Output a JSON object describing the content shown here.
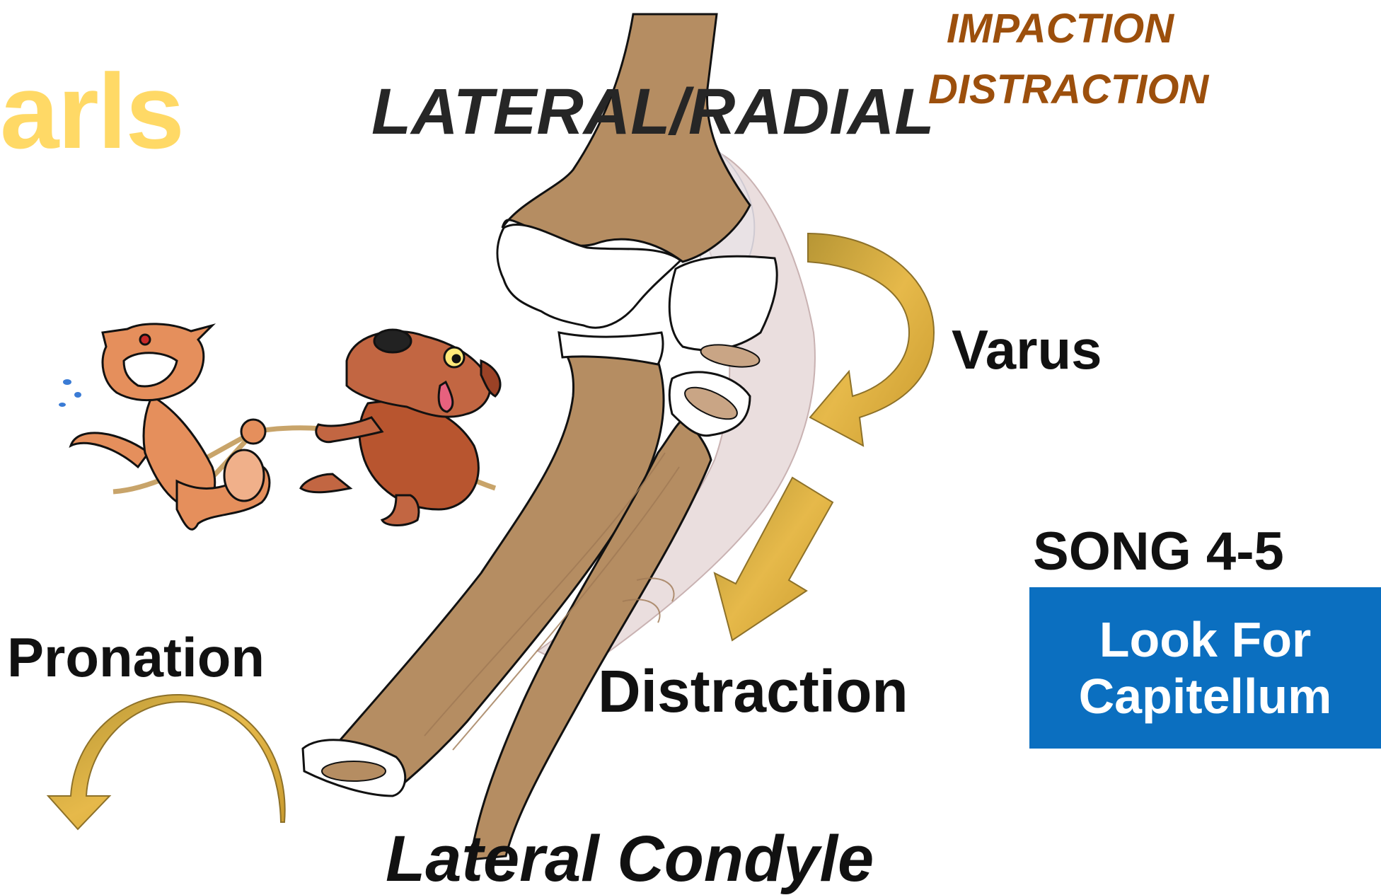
{
  "labels": {
    "corner_word": "arls",
    "title_top": "LATERAL/RADIAL",
    "impaction": "IMPACTION",
    "distraction_top": "DISTRACTION",
    "varus": "Varus",
    "song": "SONG 4-5",
    "pronation": "Pronation",
    "distraction_mid": "Distraction",
    "title_bottom": "Lateral Condyle"
  },
  "callout": {
    "line1": "Look For",
    "line2": "Capitellum"
  },
  "colors": {
    "corner_word": "#ffd966",
    "brown_label": "#9c4f0c",
    "callout_bg": "#0b6fc0",
    "bone": "#b58d62",
    "cartilage": "#ffffff",
    "ligament": "#d8c3c3",
    "arrow_gold": "#d9ad3a"
  },
  "figures": {
    "elbow": "elbow-bone-illustration",
    "cartoon": "cat-and-dog-tug-of-war-illustration",
    "arrows": [
      "varus-curved-arrow",
      "distraction-arrow",
      "pronation-curved-arrow"
    ]
  }
}
